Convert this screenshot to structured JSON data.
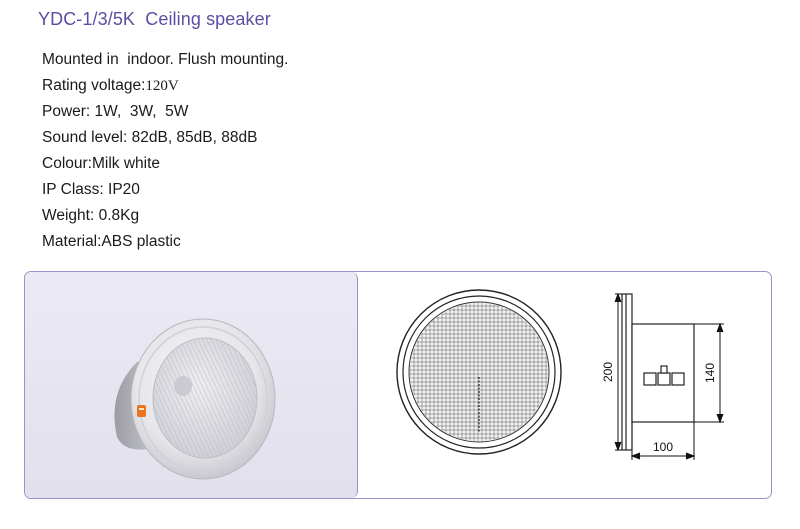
{
  "title": "YDC-1/3/5K  Ceiling speaker",
  "specs": {
    "mounting": "Mounted in  indoor. Flush mounting.",
    "voltage_label": "Rating voltage:",
    "voltage_value": "120V",
    "power": "Power: 1W,  3W,  5W",
    "sound_level": "Sound level: 82dB, 85dB, 88dB",
    "colour": "Colour:Milk white",
    "ip_class": "IP Class: IP20",
    "weight": "Weight: 0.8Kg",
    "material": "Material:ABS plastic"
  },
  "drawing": {
    "dim_height": "200",
    "dim_depth": "100",
    "dim_inner": "140"
  },
  "colors": {
    "title": "#5b4fa3",
    "frame_border": "#9a92c8",
    "photo_background": "#e6e4ef",
    "speaker_badge": "#e8741f"
  }
}
